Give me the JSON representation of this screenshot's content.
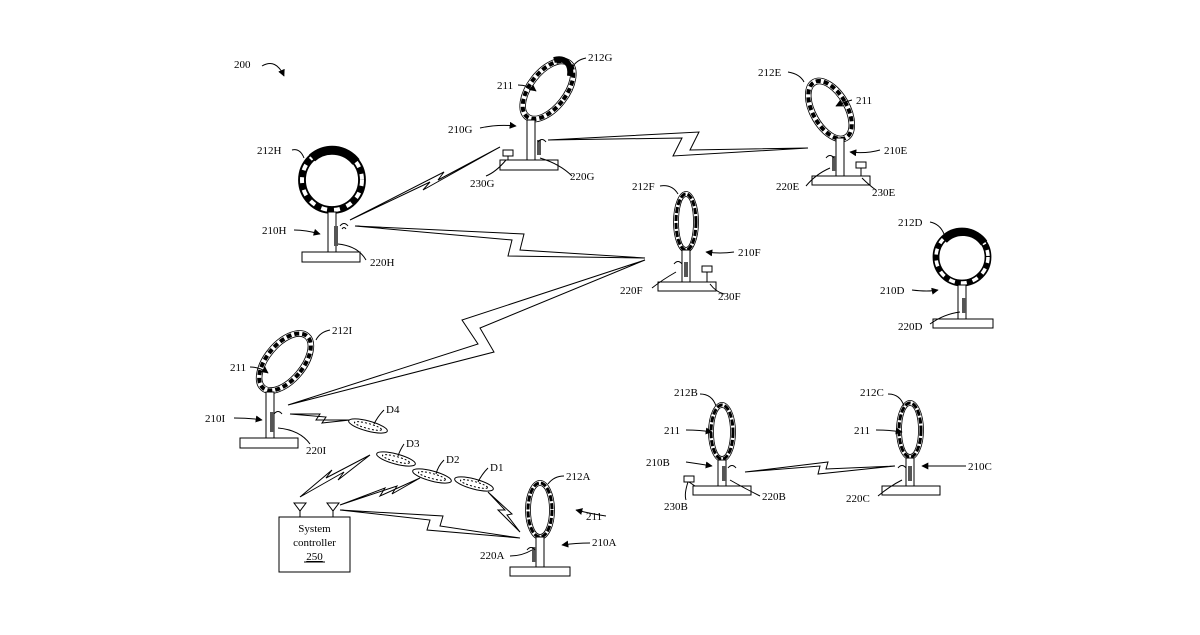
{
  "figure_label": "200",
  "beacon_label": "211",
  "stations": [
    {
      "id": "210A",
      "ring": "212A",
      "antenna": "220A"
    },
    {
      "id": "210B",
      "ring": "212B",
      "antenna": "220B",
      "camera": "230B"
    },
    {
      "id": "210C",
      "ring": "212C",
      "antenna": "220C"
    },
    {
      "id": "210D",
      "ring": "212D",
      "antenna": "220D"
    },
    {
      "id": "210E",
      "ring": "212E",
      "antenna": "220E",
      "camera": "230E"
    },
    {
      "id": "210F",
      "ring": "212F",
      "antenna": "220F",
      "camera": "230F"
    },
    {
      "id": "210G",
      "ring": "212G",
      "antenna": "220G",
      "camera": "230G"
    },
    {
      "id": "210H",
      "ring": "212H",
      "antenna": "220H"
    },
    {
      "id": "210I",
      "ring": "212I",
      "antenna": "220I"
    }
  ],
  "drones": [
    "D1",
    "D2",
    "D3",
    "D4"
  ],
  "controller": {
    "line1": "System",
    "line2": "controller",
    "ref": "250"
  }
}
